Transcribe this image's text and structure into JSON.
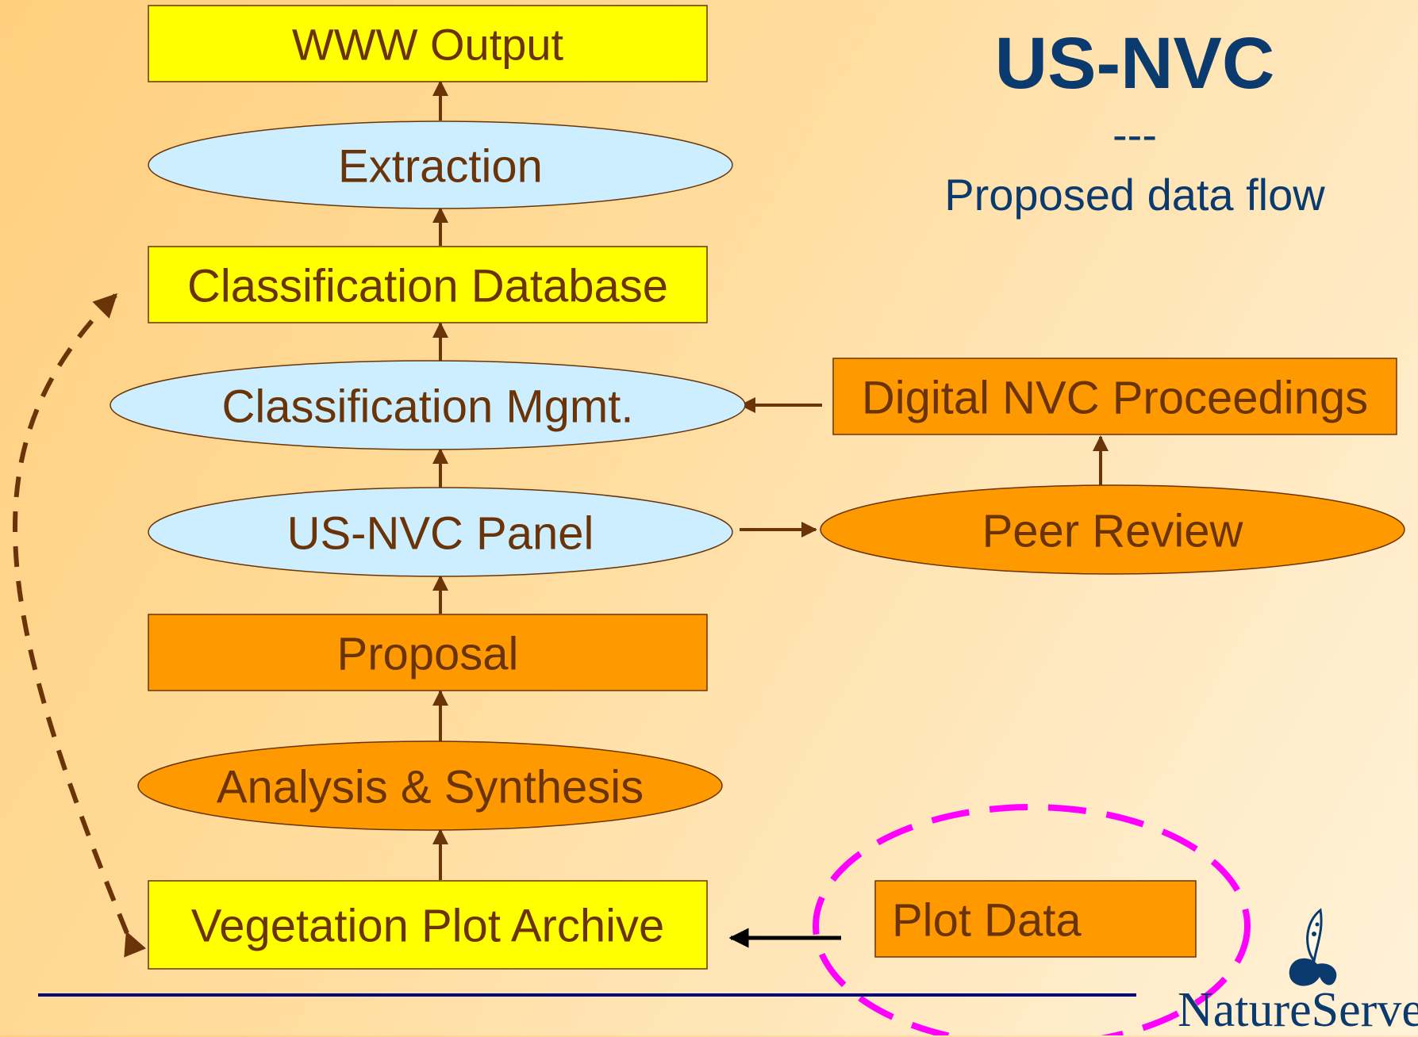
{
  "header": {
    "title": "US-NVC",
    "separator": "---",
    "subtitle": "Proposed data flow"
  },
  "nodes": {
    "www_output": "WWW Output",
    "extraction": "Extraction",
    "classification_database": "Classification Database",
    "classification_mgmt": "Classification Mgmt.",
    "us_nvc_panel": "US-NVC Panel",
    "proposal": "Proposal",
    "analysis_synthesis": "Analysis & Synthesis",
    "vegetation_plot_archive": "Vegetation Plot Archive",
    "digital_nvc_proceedings": "Digital NVC Proceedings",
    "peer_review": "Peer Review",
    "plot_data": "Plot Data"
  },
  "footer": {
    "logo_text": "NatureServe",
    "logo_icon": "butterfly-icon"
  },
  "colors": {
    "yellow_box": "#ffff00",
    "orange_box": "#ff9900",
    "light_blue_ellipse": "#cceeff",
    "text": "#6b3408",
    "title": "#0b3b6e",
    "highlight_dash": "#ff00ff",
    "footer_line": "#000080"
  }
}
